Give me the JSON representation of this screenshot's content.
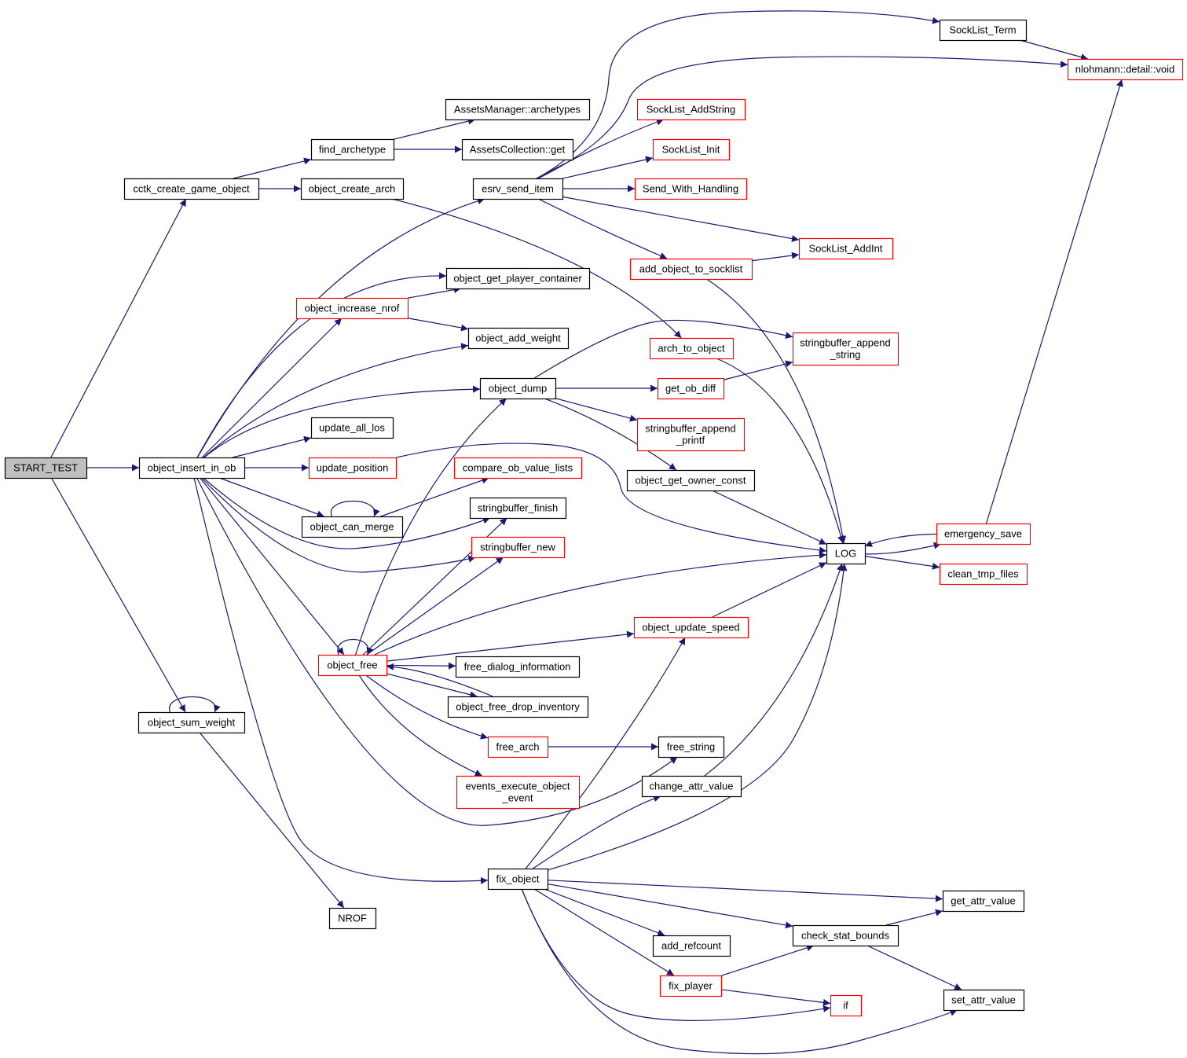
{
  "nodes": [
    {
      "id": "start_test",
      "label": "START_TEST",
      "style": "root"
    },
    {
      "id": "cctk_create_game_object",
      "label": "cctk_create_game_object",
      "style": "black"
    },
    {
      "id": "object_insert_in_ob",
      "label": "object_insert_in_ob",
      "style": "black"
    },
    {
      "id": "object_sum_weight",
      "label": "object_sum_weight",
      "style": "black"
    },
    {
      "id": "find_archetype",
      "label": "find_archetype",
      "style": "black"
    },
    {
      "id": "object_create_arch",
      "label": "object_create_arch",
      "style": "black"
    },
    {
      "id": "object_increase_nrof",
      "label": "object_increase_nrof",
      "style": "red"
    },
    {
      "id": "update_all_los",
      "label": "update_all_los",
      "style": "black"
    },
    {
      "id": "update_position",
      "label": "update_position",
      "style": "red"
    },
    {
      "id": "object_can_merge",
      "label": "object_can_merge",
      "style": "black"
    },
    {
      "id": "object_free",
      "label": "object_free",
      "style": "red"
    },
    {
      "id": "nrof",
      "label": "NROF",
      "style": "black"
    },
    {
      "id": "assets_archetypes",
      "label": "AssetsManager::archetypes",
      "style": "black"
    },
    {
      "id": "assets_get",
      "label": "AssetsCollection::get",
      "style": "black"
    },
    {
      "id": "esrv_send_item",
      "label": "esrv_send_item",
      "style": "black"
    },
    {
      "id": "object_get_player_container",
      "label": "object_get_player_container",
      "style": "black"
    },
    {
      "id": "object_add_weight",
      "label": "object_add_weight",
      "style": "black"
    },
    {
      "id": "object_dump",
      "label": "object_dump",
      "style": "black"
    },
    {
      "id": "compare_ob_value_lists",
      "label": "compare_ob_value_lists",
      "style": "red"
    },
    {
      "id": "stringbuffer_finish",
      "label": "stringbuffer_finish",
      "style": "black"
    },
    {
      "id": "stringbuffer_new",
      "label": "stringbuffer_new",
      "style": "red"
    },
    {
      "id": "free_dialog_information",
      "label": "free_dialog_information",
      "style": "black"
    },
    {
      "id": "object_free_drop_inventory",
      "label": "object_free_drop_inventory",
      "style": "black"
    },
    {
      "id": "free_arch",
      "label": "free_arch",
      "style": "red"
    },
    {
      "id": "events_execute_object_event",
      "label": "events_execute_object\n_event",
      "style": "red"
    },
    {
      "id": "fix_object",
      "label": "fix_object",
      "style": "black"
    },
    {
      "id": "socklist_addstring",
      "label": "SockList_AddString",
      "style": "red"
    },
    {
      "id": "socklist_init",
      "label": "SockList_Init",
      "style": "red"
    },
    {
      "id": "send_with_handling",
      "label": "Send_With_Handling",
      "style": "red"
    },
    {
      "id": "add_object_to_socklist",
      "label": "add_object_to_socklist",
      "style": "red"
    },
    {
      "id": "arch_to_object",
      "label": "arch_to_object",
      "style": "red"
    },
    {
      "id": "get_ob_diff",
      "label": "get_ob_diff",
      "style": "red"
    },
    {
      "id": "stringbuffer_append_printf",
      "label": "stringbuffer_append\n_printf",
      "style": "red"
    },
    {
      "id": "object_get_owner_const",
      "label": "object_get_owner_const",
      "style": "black"
    },
    {
      "id": "object_update_speed",
      "label": "object_update_speed",
      "style": "red"
    },
    {
      "id": "free_string",
      "label": "free_string",
      "style": "black"
    },
    {
      "id": "change_attr_value",
      "label": "change_attr_value",
      "style": "black"
    },
    {
      "id": "add_refcount",
      "label": "add_refcount",
      "style": "black"
    },
    {
      "id": "fix_player",
      "label": "fix_player",
      "style": "red"
    },
    {
      "id": "socklist_term",
      "label": "SockList_Term",
      "style": "black"
    },
    {
      "id": "socklist_addint",
      "label": "SockList_AddInt",
      "style": "red"
    },
    {
      "id": "stringbuffer_append_string",
      "label": "stringbuffer_append\n_string",
      "style": "red"
    },
    {
      "id": "log",
      "label": "LOG",
      "style": "black"
    },
    {
      "id": "check_stat_bounds",
      "label": "check_stat_bounds",
      "style": "black"
    },
    {
      "id": "if_node",
      "label": "if",
      "style": "red"
    },
    {
      "id": "nlohmann_void",
      "label": "nlohmann::detail::void",
      "style": "red"
    },
    {
      "id": "emergency_save",
      "label": "emergency_save",
      "style": "red"
    },
    {
      "id": "clean_tmp_files",
      "label": "clean_tmp_files",
      "style": "red"
    },
    {
      "id": "get_attr_value",
      "label": "get_attr_value",
      "style": "black"
    },
    {
      "id": "set_attr_value",
      "label": "set_attr_value",
      "style": "black"
    }
  ],
  "edges": [
    [
      "start_test",
      "cctk_create_game_object"
    ],
    [
      "start_test",
      "object_insert_in_ob"
    ],
    [
      "start_test",
      "object_sum_weight"
    ],
    [
      "cctk_create_game_object",
      "find_archetype"
    ],
    [
      "cctk_create_game_object",
      "object_create_arch"
    ],
    [
      "find_archetype",
      "assets_archetypes"
    ],
    [
      "find_archetype",
      "assets_get"
    ],
    [
      "object_create_arch",
      "arch_to_object"
    ],
    [
      "object_insert_in_ob",
      "esrv_send_item"
    ],
    [
      "object_insert_in_ob",
      "object_get_player_container"
    ],
    [
      "object_insert_in_ob",
      "object_increase_nrof"
    ],
    [
      "object_insert_in_ob",
      "object_add_weight"
    ],
    [
      "object_insert_in_ob",
      "object_dump"
    ],
    [
      "object_insert_in_ob",
      "update_all_los"
    ],
    [
      "object_insert_in_ob",
      "update_position"
    ],
    [
      "object_insert_in_ob",
      "object_can_merge"
    ],
    [
      "object_insert_in_ob",
      "stringbuffer_finish"
    ],
    [
      "object_insert_in_ob",
      "stringbuffer_new"
    ],
    [
      "object_insert_in_ob",
      "object_free"
    ],
    [
      "object_insert_in_ob",
      "free_string"
    ],
    [
      "object_insert_in_ob",
      "fix_object"
    ],
    [
      "object_increase_nrof",
      "object_get_player_container"
    ],
    [
      "object_increase_nrof",
      "object_add_weight"
    ],
    [
      "update_position",
      "log"
    ],
    [
      "object_can_merge",
      "object_can_merge"
    ],
    [
      "object_can_merge",
      "compare_ob_value_lists"
    ],
    [
      "object_free",
      "object_free"
    ],
    [
      "object_free",
      "object_dump"
    ],
    [
      "object_free",
      "stringbuffer_finish"
    ],
    [
      "object_free",
      "stringbuffer_new"
    ],
    [
      "object_free",
      "log"
    ],
    [
      "object_free",
      "object_update_speed"
    ],
    [
      "object_free",
      "free_dialog_information"
    ],
    [
      "object_free",
      "object_free_drop_inventory"
    ],
    [
      "object_free",
      "free_arch"
    ],
    [
      "object_free",
      "events_execute_object_event"
    ],
    [
      "object_free_drop_inventory",
      "object_free"
    ],
    [
      "free_arch",
      "free_string"
    ],
    [
      "object_sum_weight",
      "object_sum_weight"
    ],
    [
      "object_sum_weight",
      "nrof"
    ],
    [
      "esrv_send_item",
      "socklist_term"
    ],
    [
      "esrv_send_item",
      "nlohmann_void"
    ],
    [
      "esrv_send_item",
      "socklist_addstring"
    ],
    [
      "esrv_send_item",
      "socklist_init"
    ],
    [
      "esrv_send_item",
      "send_with_handling"
    ],
    [
      "esrv_send_item",
      "socklist_addint"
    ],
    [
      "esrv_send_item",
      "add_object_to_socklist"
    ],
    [
      "add_object_to_socklist",
      "socklist_addint"
    ],
    [
      "add_object_to_socklist",
      "log"
    ],
    [
      "arch_to_object",
      "log"
    ],
    [
      "object_dump",
      "stringbuffer_append_string"
    ],
    [
      "object_dump",
      "get_ob_diff"
    ],
    [
      "object_dump",
      "stringbuffer_append_printf"
    ],
    [
      "object_dump",
      "object_get_owner_const"
    ],
    [
      "get_ob_diff",
      "stringbuffer_append_string"
    ],
    [
      "object_get_owner_const",
      "log"
    ],
    [
      "object_update_speed",
      "log"
    ],
    [
      "change_attr_value",
      "log"
    ],
    [
      "fix_object",
      "object_update_speed"
    ],
    [
      "fix_object",
      "change_attr_value"
    ],
    [
      "fix_object",
      "log"
    ],
    [
      "fix_object",
      "get_attr_value"
    ],
    [
      "fix_object",
      "check_stat_bounds"
    ],
    [
      "fix_object",
      "add_refcount"
    ],
    [
      "fix_object",
      "fix_player"
    ],
    [
      "fix_object",
      "if_node"
    ],
    [
      "fix_object",
      "set_attr_value"
    ],
    [
      "fix_player",
      "check_stat_bounds"
    ],
    [
      "fix_player",
      "if_node"
    ],
    [
      "check_stat_bounds",
      "get_attr_value"
    ],
    [
      "check_stat_bounds",
      "set_attr_value"
    ],
    [
      "socklist_term",
      "nlohmann_void"
    ],
    [
      "log",
      "emergency_save"
    ],
    [
      "log",
      "clean_tmp_files"
    ],
    [
      "emergency_save",
      "log"
    ],
    [
      "emergency_save",
      "nlohmann_void"
    ]
  ]
}
